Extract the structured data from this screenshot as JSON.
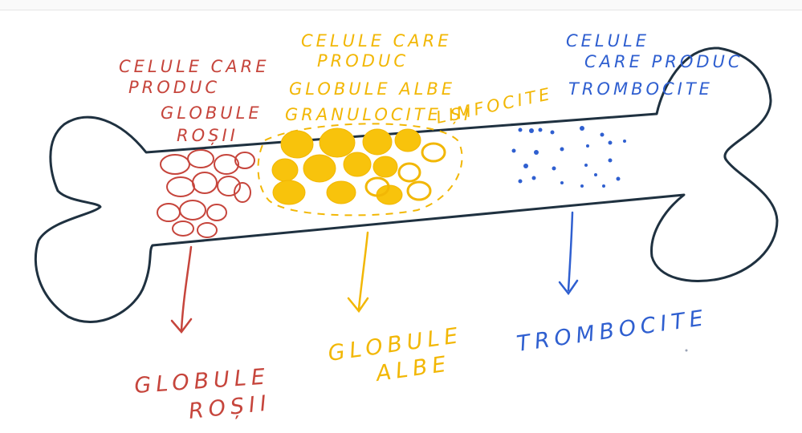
{
  "colors": {
    "outline": "#1f3140",
    "red": "#c6453c",
    "yellow": "#f2b705",
    "blue": "#2f5fd0"
  },
  "red_group": {
    "label_lines": [
      "CELULE CARE",
      "PRODUC",
      "GLOBULE",
      "ROȘII"
    ],
    "result_lines": [
      "GLOBULE",
      "ROȘII"
    ]
  },
  "yellow_group": {
    "label_lines": [
      "CELULE CARE",
      "PRODUC",
      "GLOBULE ALBE",
      "GRANULOCITE ȘI",
      "LIMFOCITE"
    ],
    "result_lines": [
      "GLOBULE",
      "ALBE"
    ]
  },
  "blue_group": {
    "label_lines": [
      "CELULE",
      "CARE PRODUC",
      "TROMBOCITE"
    ],
    "result_lines": [
      "TROMBOCITE"
    ]
  }
}
